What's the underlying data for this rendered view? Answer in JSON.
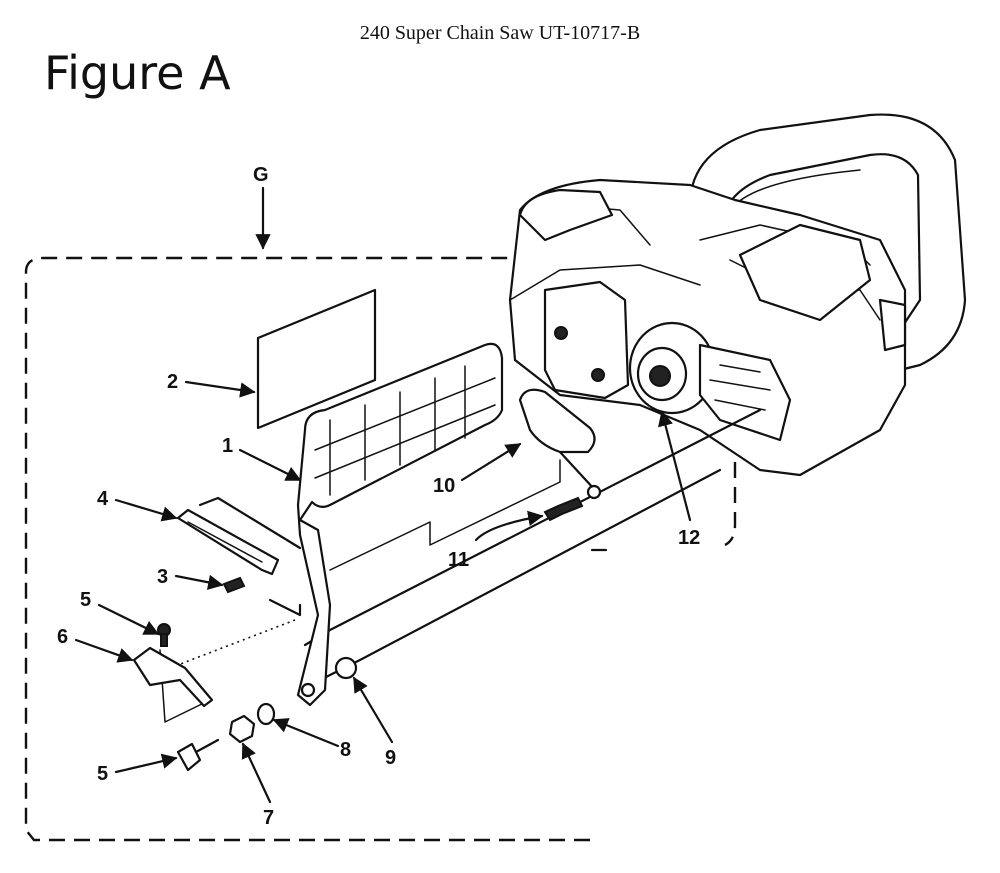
{
  "header": {
    "document_title": "240 Super Chain Saw UT-10717-B",
    "figure_title": "Figure A"
  },
  "diagram": {
    "section_letter": "G",
    "callouts": [
      "1",
      "2",
      "3",
      "4",
      "5",
      "6",
      "7",
      "8",
      "9",
      "10",
      "11",
      "12",
      "5"
    ]
  }
}
